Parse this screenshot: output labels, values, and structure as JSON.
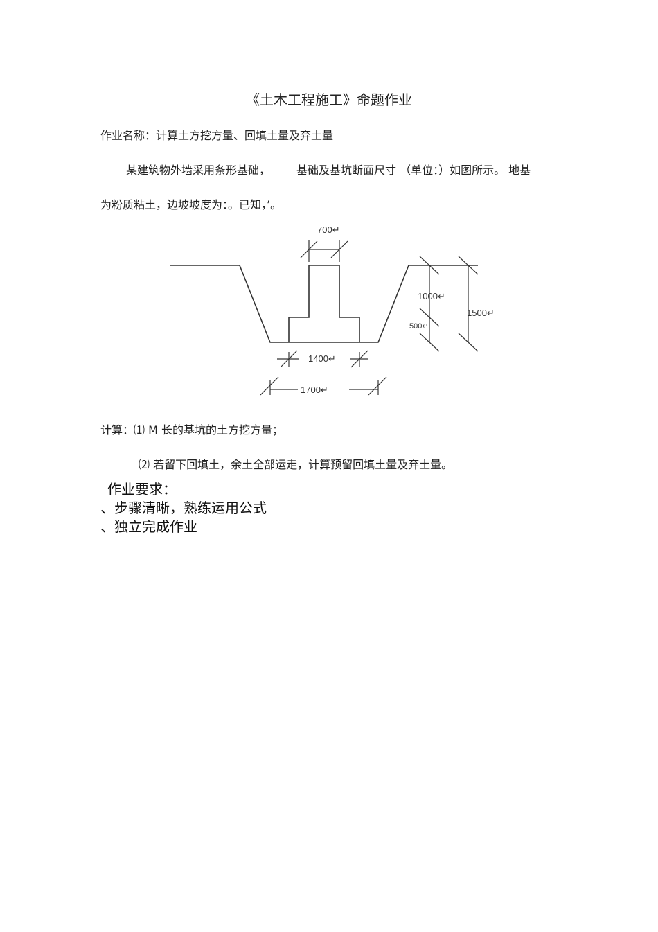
{
  "title": "《土木工程施工》命题作业",
  "assignment_name": "作业名称：计算土方挖方量、回填土量及弃土量",
  "intro": {
    "line1_a": "某建筑物外墙采用条形基础，",
    "line1_b": "基础及基坑断面尺寸 （单位：）如图所示。 地基",
    "line2": "为粉质粘土，边坡坡度为：。已知，’。"
  },
  "figure": {
    "dim_top": "700↵",
    "dim_depth1": "1000↵",
    "dim_step": "500↵",
    "dim_total": "1500↵",
    "dim_base": "1400↵",
    "dim_bottom": "1700↵"
  },
  "calc": {
    "q1": "计算：⑴ M 长的基坑的土方挖方量；",
    "q2": "⑵ 若留下回填土，余土全部运走，计算预留回填土量及弃土量。"
  },
  "requirements": {
    "heading": "作业要求：",
    "items": [
      "、步骤清晰，熟练运用公式",
      "、独立完成作业"
    ]
  }
}
